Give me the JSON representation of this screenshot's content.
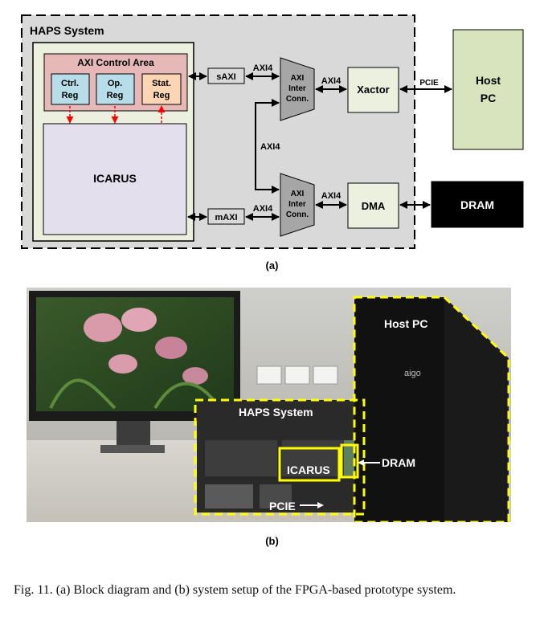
{
  "figure_a": {
    "label": "(a)",
    "haps_title": "HAPS System",
    "axi_control_area": "AXI Control Area",
    "ctrl_reg": [
      "Ctrl.",
      "Reg"
    ],
    "op_reg": [
      "Op.",
      "Reg"
    ],
    "stat_reg": [
      "Stat.",
      "Reg"
    ],
    "icarus": "ICARUS",
    "saxi": "sAXI",
    "maxi": "mAXI",
    "axi4": "AXI4",
    "interconn": [
      "AXI",
      "Inter",
      "Conn."
    ],
    "xactor": "Xactor",
    "dma": "DMA",
    "pcie": "PCIE",
    "host_pc": [
      "Host",
      "PC"
    ],
    "dram": "DRAM",
    "colors": {
      "haps_fill": "#d9d9d9",
      "inner_fill": "#ebf1de",
      "control_area": "#e6b9b8",
      "ctrl_reg": "#b7dee8",
      "op_reg": "#b7dee8",
      "stat_reg": "#fcd5b5",
      "icarus": "#e4dfec",
      "block_fill": "#ebf1de",
      "host_fill": "#d7e4bd",
      "dram_fill": "#000000",
      "red_arrow": "#ff0000"
    }
  },
  "figure_b": {
    "label": "(b)",
    "host_pc": "Host PC",
    "haps_system": "HAPS System",
    "icarus": "ICARUS",
    "dram": "DRAM",
    "pcie": "PCIE",
    "brand": "aigo",
    "highlight_color": "#ffff00"
  },
  "caption": "Fig. 11.  (a) Block diagram and (b) system setup of the FPGA-based prototype system."
}
